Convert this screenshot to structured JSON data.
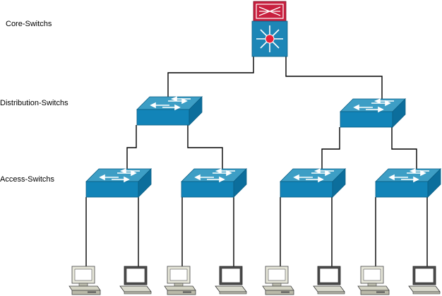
{
  "labels": {
    "core": "Core-Switchs",
    "distribution": "Distribution-Switchs",
    "access": "Access-Switchs"
  },
  "devices": {
    "core": [
      "multilayer-switch-icon"
    ],
    "distribution": [
      "switch-icon",
      "switch-icon"
    ],
    "access": [
      "switch-icon",
      "switch-icon",
      "switch-icon",
      "switch-icon"
    ],
    "endpoints": [
      "desktop-pc-icon",
      "laptop-icon",
      "desktop-pc-icon",
      "laptop-icon",
      "desktop-pc-icon",
      "laptop-icon",
      "desktop-pc-icon",
      "laptop-icon"
    ]
  },
  "colors": {
    "switch_top": "#3d9ec5",
    "switch_front": "#1284b8",
    "core_chassis": "#c8203f",
    "core_body": "#1d86b6",
    "link": "#000000"
  }
}
